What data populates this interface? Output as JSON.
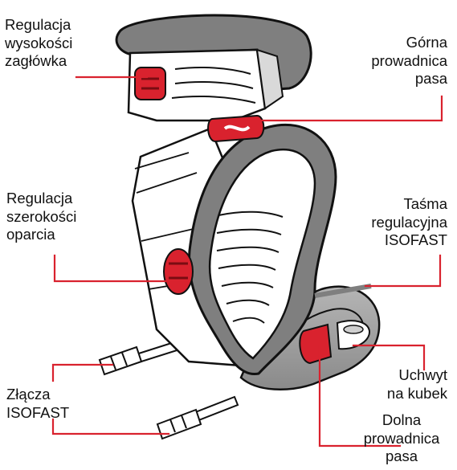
{
  "labels": {
    "headrest_height": [
      "Regulacja",
      "wysokości",
      "zagłówka"
    ],
    "upper_belt_guide": [
      "Górna",
      "prowadnica",
      "pasa"
    ],
    "backrest_width": [
      "Regulacja",
      "szerokości",
      "oparcia"
    ],
    "isofast_strap": [
      "Taśma",
      "regulacyjna",
      "ISOFAST"
    ],
    "cup_holder": [
      "Uchwyt",
      "na kubek"
    ],
    "isofast_connectors": [
      "Złącza",
      "ISOFAST"
    ],
    "lower_belt_guide": [
      "Dolna",
      "prowadnica",
      "pasa"
    ]
  },
  "colors": {
    "leader_line": "#d9222e",
    "accent_red": "#d9222e",
    "seat_gray": "#808080",
    "outline": "#111111",
    "text": "#111111"
  }
}
